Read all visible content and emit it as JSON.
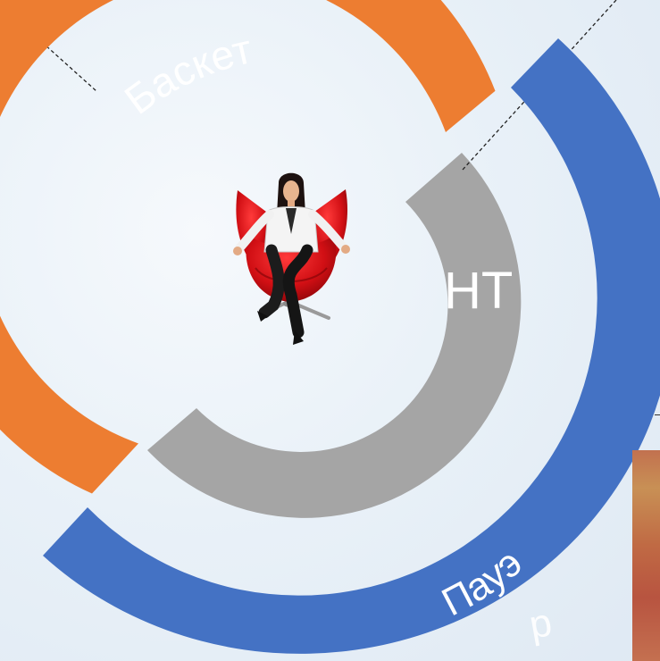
{
  "diagram": {
    "rings": [
      {
        "id": "orange",
        "label": "Баскет",
        "color": "#ED7D31"
      },
      {
        "id": "blue",
        "label": "Пауэ",
        "label_extra": "р",
        "color": "#4472C4"
      },
      {
        "id": "gray",
        "label": "НТ",
        "color": "#A5A5A5"
      }
    ],
    "text_color": "#FFFFFF",
    "center_icon": "businesswoman-in-red-chair-icon"
  }
}
